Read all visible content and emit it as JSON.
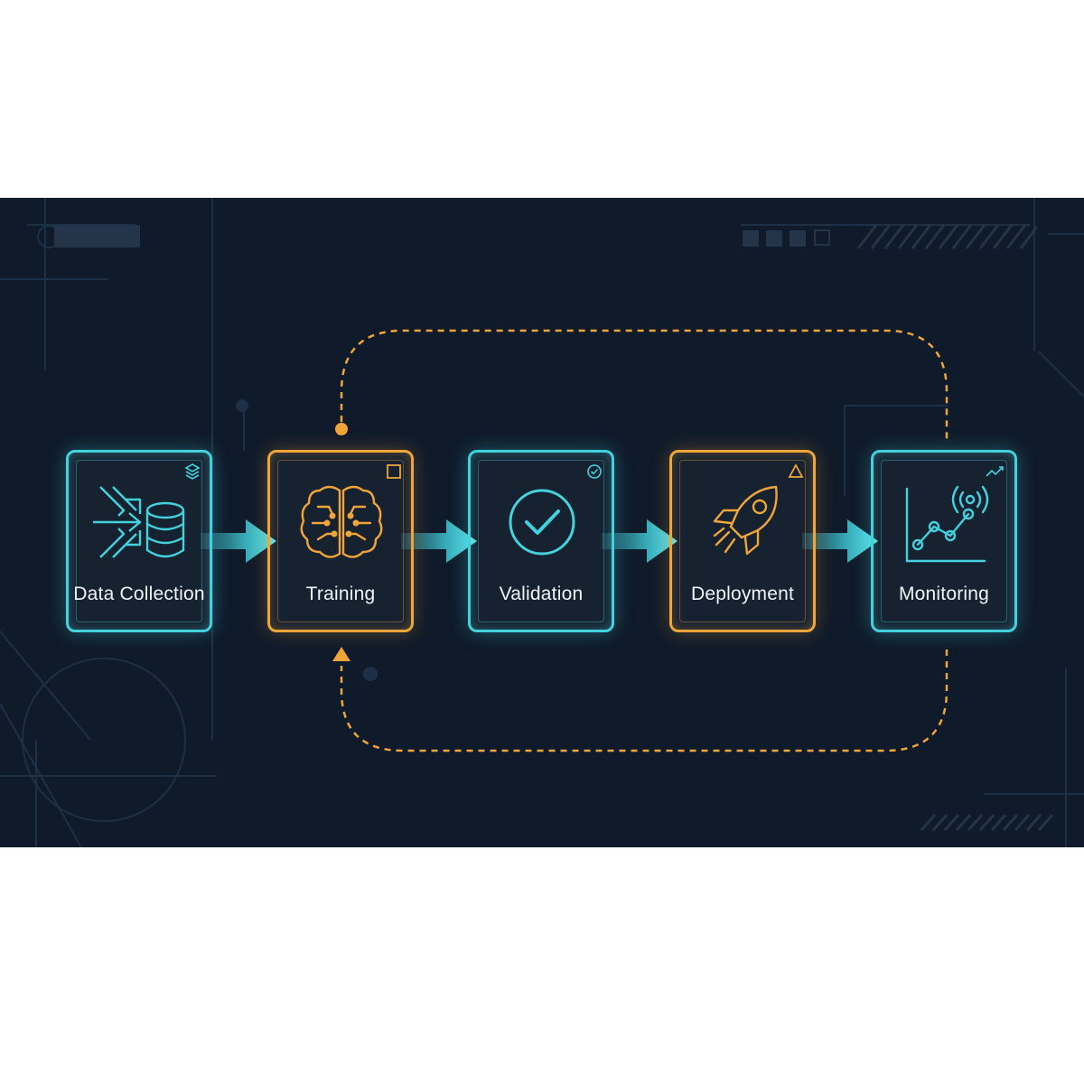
{
  "colors": {
    "background": "#0f1a2a",
    "cyan": "#43d1de",
    "orange": "#f0a539",
    "text": "#eef3f8"
  },
  "stages": [
    {
      "label": "Data Collection",
      "icon": "database-ingest-icon",
      "corner_icon": "layers-icon",
      "accent": "cyan"
    },
    {
      "label": "Training",
      "icon": "brain-circuit-icon",
      "corner_icon": "square-icon",
      "accent": "orange"
    },
    {
      "label": "Validation",
      "icon": "check-circle-icon",
      "corner_icon": "check-circle-small-icon",
      "accent": "cyan"
    },
    {
      "label": "Deployment",
      "icon": "rocket-icon",
      "corner_icon": "triangle-icon",
      "accent": "orange"
    },
    {
      "label": "Monitoring",
      "icon": "line-chart-signal-icon",
      "corner_icon": "trend-up-icon",
      "accent": "cyan"
    }
  ],
  "connectors": [
    "glowing-arrow",
    "glowing-arrow",
    "glowing-arrow",
    "glowing-arrow"
  ],
  "feedback_loops": [
    "dashed-loop-top",
    "dashed-loop-bottom"
  ]
}
